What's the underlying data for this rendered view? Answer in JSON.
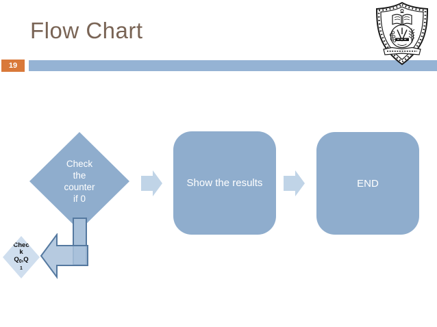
{
  "slide": {
    "title": "Flow Chart",
    "page_number": "19"
  },
  "flow": {
    "decision_diamond": {
      "lines": [
        "Check",
        "the",
        "counter",
        "if 0"
      ]
    },
    "process_box": {
      "label": "Show the results"
    },
    "end_box": {
      "label": "END"
    },
    "loop_diamond": {
      "line1": "Chec",
      "line2": "k",
      "line3_q": "Q",
      "line3_sub": "0",
      "line3_rest": ",Q",
      "line4_sub": "1"
    }
  },
  "logo": {
    "name": "university-crest"
  },
  "colors": {
    "accent_orange": "#d9793a",
    "header_bar_blue": "#95b3d4",
    "shape_fill_blue": "#8fadcd",
    "light_arrow_blue": "#c0d4e7",
    "connector_fill": "#a9c1da",
    "connector_outline": "#54789f",
    "loop_diamond_fill": "#cfdeee",
    "title_brown": "#796455"
  }
}
